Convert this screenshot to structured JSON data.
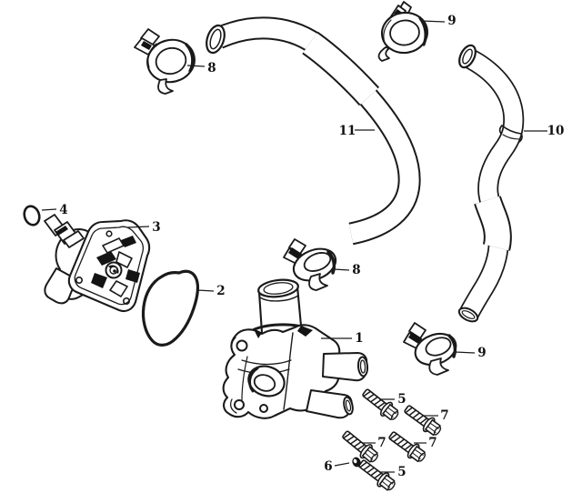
{
  "diagram": {
    "kind": "exploded-parts-diagram",
    "background_color": "#ffffff",
    "line_color": "#1a1a1a",
    "callouts": [
      {
        "number": "8"
      },
      {
        "number": "9"
      },
      {
        "number": "11"
      },
      {
        "number": "10"
      },
      {
        "number": "4"
      },
      {
        "number": "3"
      },
      {
        "number": "2"
      },
      {
        "number": "8"
      },
      {
        "number": "1"
      },
      {
        "number": "9"
      },
      {
        "number": "5"
      },
      {
        "number": "7"
      },
      {
        "number": "7"
      },
      {
        "number": "7"
      },
      {
        "number": "6"
      },
      {
        "number": "5"
      }
    ]
  }
}
